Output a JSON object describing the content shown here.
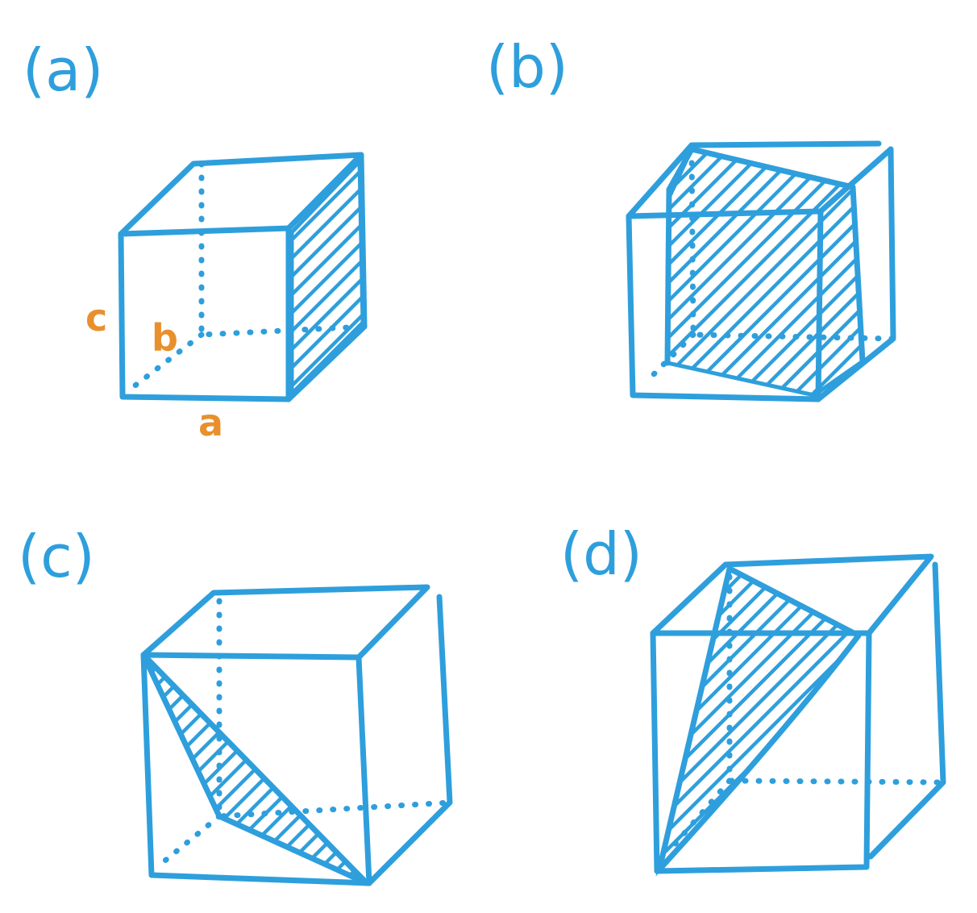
{
  "colors": {
    "stroke": "#2e9fdc",
    "accent": "#e8902d",
    "background": "#ffffff"
  },
  "panels": [
    {
      "label": "(a)"
    },
    {
      "label": "(b)"
    },
    {
      "label": "(c)"
    },
    {
      "label": "(d)"
    }
  ],
  "dimensions": {
    "a": "a",
    "b": "b",
    "c": "c"
  }
}
